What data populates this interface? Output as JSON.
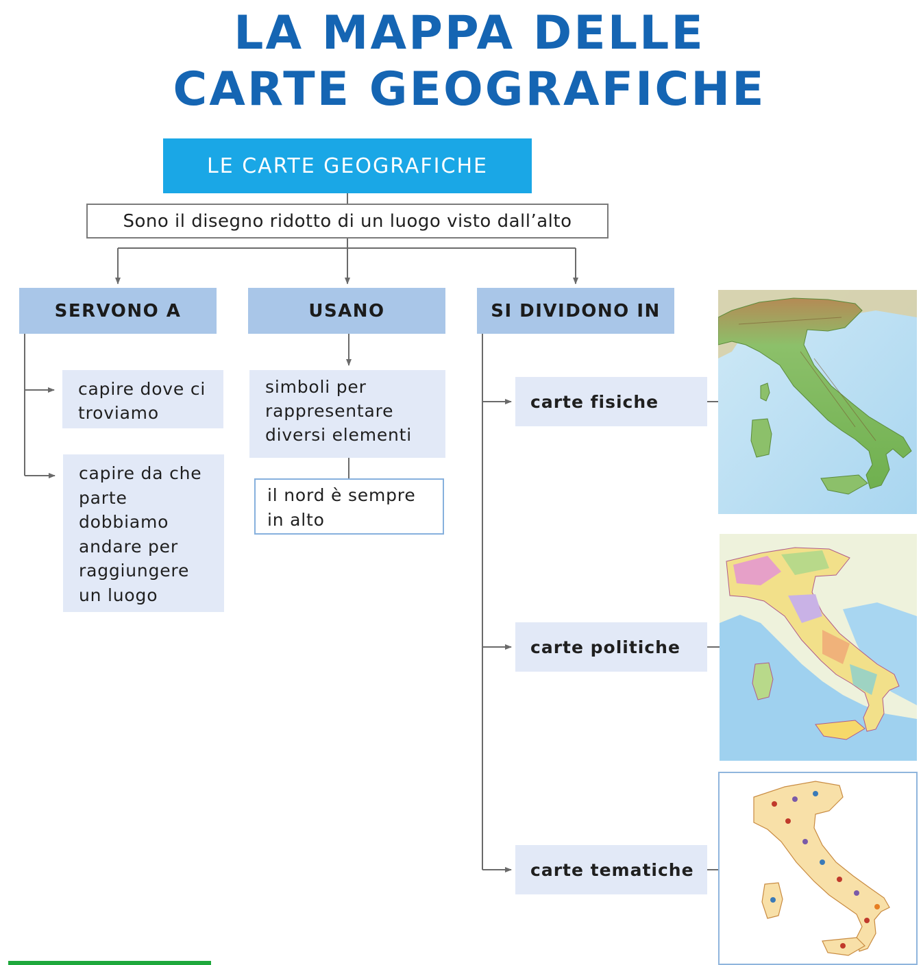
{
  "title": {
    "line1": "LA MAPPA DELLE",
    "line2": "CARTE GEOGRAFICHE"
  },
  "root": {
    "label": "LE CARTE GEOGRAFICHE",
    "definition": "Sono il disegno ridotto di un luogo visto dall’alto"
  },
  "branches": {
    "servono": {
      "label": "SERVONO A",
      "items": [
        "capire dove ci troviamo",
        "capire da che parte dobbiamo andare per raggiungere un luogo"
      ]
    },
    "usano": {
      "label": "USANO",
      "items": [
        "simboli per rappresentare diversi elementi",
        "il nord è sempre in alto"
      ]
    },
    "dividono": {
      "label": "SI DIVIDONO IN",
      "items": [
        "carte fisiche",
        "carte politiche",
        "carte tematiche"
      ]
    }
  },
  "colors": {
    "title": "#1565b3",
    "root": "#1aa7e6",
    "header": "#a9c6e8",
    "leaf": "#e2e9f7",
    "accent_bar": "#1ea83c"
  }
}
